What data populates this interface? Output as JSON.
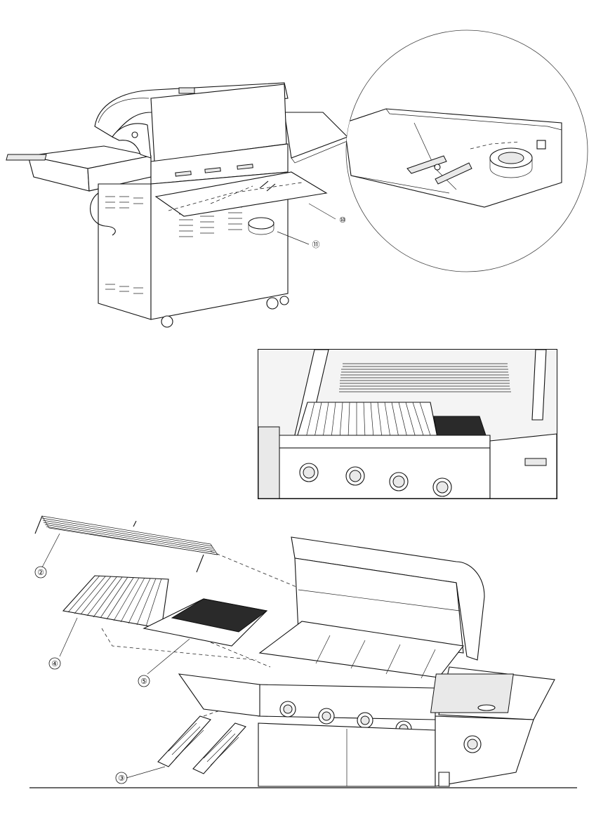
{
  "callouts": {
    "c10": "⑩",
    "c11": "⑪",
    "c2": "②",
    "c3": "③",
    "c4": "④",
    "c5": "⑤"
  }
}
